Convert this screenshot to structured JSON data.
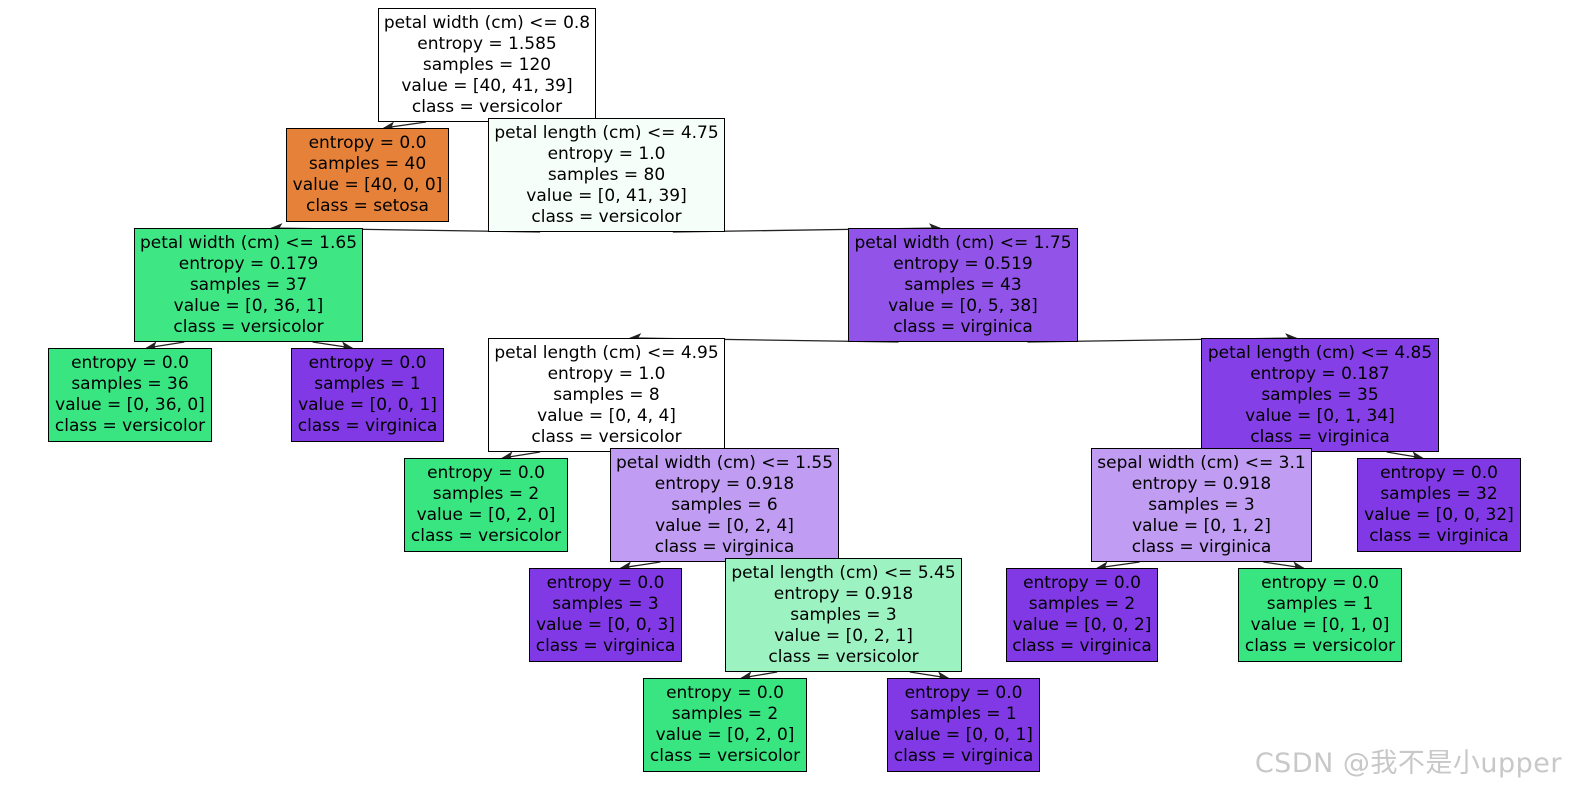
{
  "tree": {
    "nodes": [
      {
        "id": "n0",
        "lines": [
          "petal width (cm) <= 0.8",
          "entropy = 1.585",
          "samples = 120",
          "value = [40, 41, 39]",
          "class = versicolor"
        ],
        "color": "#fefffe"
      },
      {
        "id": "n1",
        "lines": [
          "entropy = 0.0",
          "samples = 40",
          "value = [40, 0, 0]",
          "class = setosa"
        ],
        "color": "#e58139"
      },
      {
        "id": "n2",
        "lines": [
          "petal length (cm) <= 4.75",
          "entropy = 1.0",
          "samples = 80",
          "value = [0, 41, 39]",
          "class = versicolor"
        ],
        "color": "#f5fef9"
      },
      {
        "id": "n3",
        "lines": [
          "petal width (cm) <= 1.65",
          "entropy = 0.179",
          "samples = 37",
          "value = [0, 36, 1]",
          "class = versicolor"
        ],
        "color": "#3ee684"
      },
      {
        "id": "n4",
        "lines": [
          "entropy = 0.0",
          "samples = 36",
          "value = [0, 36, 0]",
          "class = versicolor"
        ],
        "color": "#39e581"
      },
      {
        "id": "n5",
        "lines": [
          "entropy = 0.0",
          "samples = 1",
          "value = [0, 0, 1]",
          "class = virginica"
        ],
        "color": "#8139e5"
      },
      {
        "id": "n6",
        "lines": [
          "petal width (cm) <= 1.75",
          "entropy = 0.519",
          "samples = 43",
          "value = [0, 5, 38]",
          "class = virginica"
        ],
        "color": "#9253e8"
      },
      {
        "id": "n7",
        "lines": [
          "petal length (cm) <= 4.95",
          "entropy = 1.0",
          "samples = 8",
          "value = [0, 4, 4]",
          "class = versicolor"
        ],
        "color": "#ffffff"
      },
      {
        "id": "n8",
        "lines": [
          "entropy = 0.0",
          "samples = 2",
          "value = [0, 2, 0]",
          "class = versicolor"
        ],
        "color": "#39e581"
      },
      {
        "id": "n9",
        "lines": [
          "petal width (cm) <= 1.55",
          "entropy = 0.918",
          "samples = 6",
          "value = [0, 2, 4]",
          "class = virginica"
        ],
        "color": "#c09cf2"
      },
      {
        "id": "n10",
        "lines": [
          "entropy = 0.0",
          "samples = 3",
          "value = [0, 0, 3]",
          "class = virginica"
        ],
        "color": "#8139e5"
      },
      {
        "id": "n11",
        "lines": [
          "petal length (cm) <= 5.45",
          "entropy = 0.918",
          "samples = 3",
          "value = [0, 2, 1]",
          "class = versicolor"
        ],
        "color": "#9cf2c0"
      },
      {
        "id": "n12",
        "lines": [
          "entropy = 0.0",
          "samples = 2",
          "value = [0, 2, 0]",
          "class = versicolor"
        ],
        "color": "#39e581"
      },
      {
        "id": "n13",
        "lines": [
          "entropy = 0.0",
          "samples = 1",
          "value = [0, 0, 1]",
          "class = virginica"
        ],
        "color": "#8139e5"
      },
      {
        "id": "n14",
        "lines": [
          "petal length (cm) <= 4.85",
          "entropy = 0.187",
          "samples = 35",
          "value = [0, 1, 34]",
          "class = virginica"
        ],
        "color": "#853fe6"
      },
      {
        "id": "n15",
        "lines": [
          "sepal width (cm) <= 3.1",
          "entropy = 0.918",
          "samples = 3",
          "value = [0, 1, 2]",
          "class = virginica"
        ],
        "color": "#c09cf2"
      },
      {
        "id": "n16",
        "lines": [
          "entropy = 0.0",
          "samples = 2",
          "value = [0, 0, 2]",
          "class = virginica"
        ],
        "color": "#8139e5"
      },
      {
        "id": "n17",
        "lines": [
          "entropy = 0.0",
          "samples = 1",
          "value = [0, 1, 0]",
          "class = versicolor"
        ],
        "color": "#39e581"
      },
      {
        "id": "n18",
        "lines": [
          "entropy = 0.0",
          "samples = 32",
          "value = [0, 0, 32]",
          "class = virginica"
        ],
        "color": "#8139e5"
      }
    ],
    "edges": [
      [
        "n0",
        "n1"
      ],
      [
        "n0",
        "n2"
      ],
      [
        "n2",
        "n3"
      ],
      [
        "n2",
        "n6"
      ],
      [
        "n3",
        "n4"
      ],
      [
        "n3",
        "n5"
      ],
      [
        "n6",
        "n7"
      ],
      [
        "n6",
        "n14"
      ],
      [
        "n7",
        "n8"
      ],
      [
        "n7",
        "n9"
      ],
      [
        "n9",
        "n10"
      ],
      [
        "n9",
        "n11"
      ],
      [
        "n11",
        "n12"
      ],
      [
        "n11",
        "n13"
      ],
      [
        "n14",
        "n15"
      ],
      [
        "n14",
        "n18"
      ],
      [
        "n15",
        "n16"
      ],
      [
        "n15",
        "n17"
      ]
    ]
  },
  "watermark": "CSDN @我不是小upper"
}
